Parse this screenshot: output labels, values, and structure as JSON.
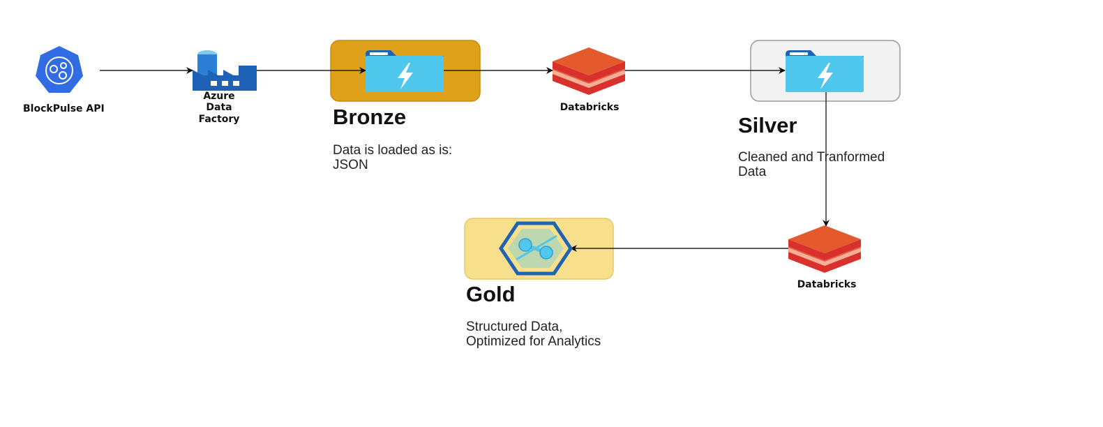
{
  "nodes": {
    "api": {
      "label": "BlockPulse API",
      "icon": "kubernetes-api-icon"
    },
    "adf": {
      "label_lines": [
        "Azure",
        "Data",
        "Factory"
      ],
      "icon": "azure-data-factory-icon"
    },
    "databricks_1": {
      "label": "Databricks",
      "icon": "databricks-icon"
    },
    "databricks_2": {
      "label": "Databricks",
      "icon": "databricks-icon"
    }
  },
  "tiers": {
    "bronze": {
      "title": "Bronze",
      "desc_lines": [
        "Data is loaded as is:",
        "JSON"
      ],
      "icon": "storage-folder-lightning-icon",
      "color": "#E0A11A"
    },
    "silver": {
      "title": "Silver",
      "desc_lines": [
        "Cleaned and Tranformed",
        "Data"
      ],
      "icon": "storage-folder-lightning-icon",
      "color": "#F2F2F2"
    },
    "gold": {
      "title": "Gold",
      "desc_lines": [
        "Structured Data,",
        "Optimized for Analytics"
      ],
      "icon": "synapse-analytics-icon",
      "color": "#F8DF8C"
    }
  },
  "colors": {
    "api_blue": "#326CE5",
    "adf_blue": "#1E62B8",
    "folder_light": "#50C8EE",
    "folder_dark": "#1F63B5",
    "databricks_top": "#E55A2D",
    "databricks_bottom": "#D8302A"
  }
}
